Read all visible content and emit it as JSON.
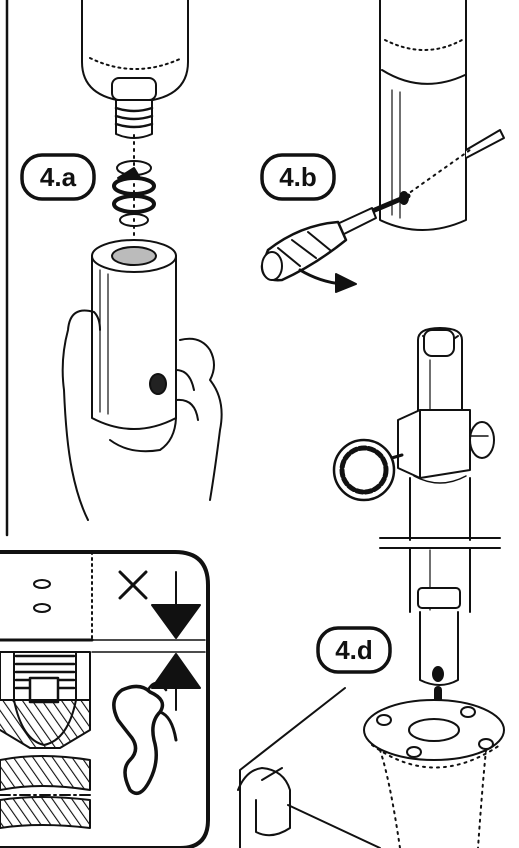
{
  "steps": {
    "a": "4.a",
    "b": "4.b",
    "d": "4.d"
  },
  "icons": {
    "prohibited": "x-mark-icon",
    "gap_arrows": "opposing-arrows-icon",
    "direction": "arrow-icon",
    "tool": "screwdriver-icon"
  },
  "colors": {
    "line": "#111111",
    "background": "#ffffff"
  }
}
